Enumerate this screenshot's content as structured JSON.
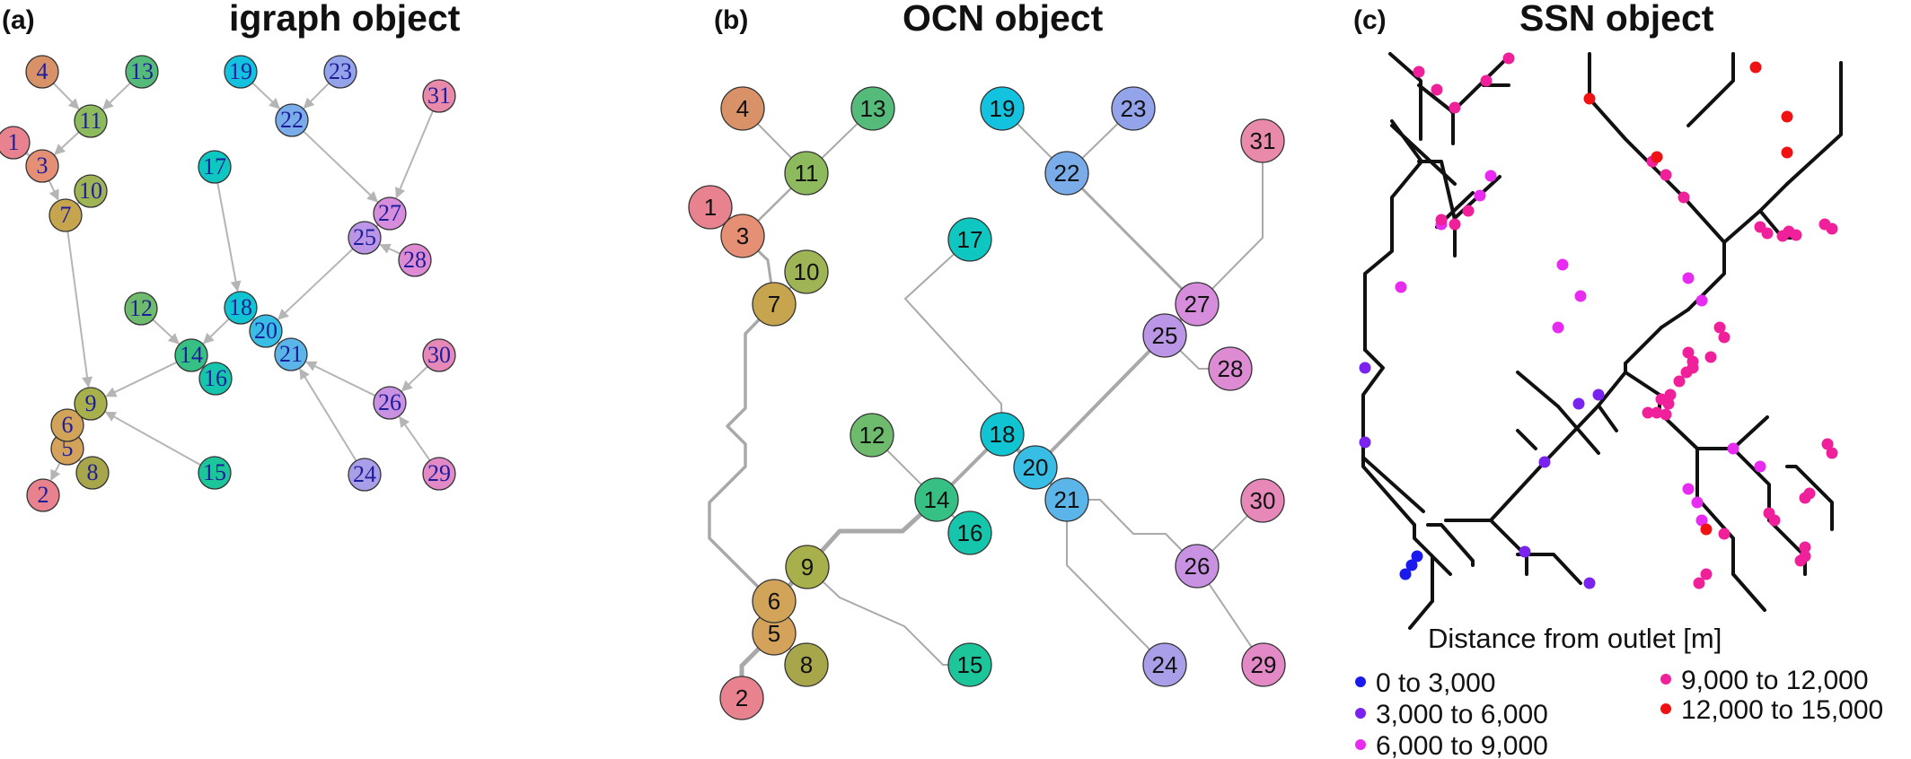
{
  "panels": {
    "a": {
      "letter": "(a)",
      "title": "igraph object"
    },
    "b": {
      "letter": "(b)",
      "title": "OCN object"
    },
    "c": {
      "letter": "(c)",
      "title": "SSN object"
    }
  },
  "nodes": [
    {
      "id": "1",
      "color": "#e8828f"
    },
    {
      "id": "2",
      "color": "#e8828f"
    },
    {
      "id": "3",
      "color": "#e59075"
    },
    {
      "id": "4",
      "color": "#d99268"
    },
    {
      "id": "5",
      "color": "#d4a25a"
    },
    {
      "id": "6",
      "color": "#d1a45a"
    },
    {
      "id": "7",
      "color": "#c7a54e"
    },
    {
      "id": "8",
      "color": "#a7a64a"
    },
    {
      "id": "9",
      "color": "#a8b04c"
    },
    {
      "id": "10",
      "color": "#9fb455"
    },
    {
      "id": "11",
      "color": "#8dba5c"
    },
    {
      "id": "12",
      "color": "#6fbb6d"
    },
    {
      "id": "13",
      "color": "#55bb7a"
    },
    {
      "id": "14",
      "color": "#36c084"
    },
    {
      "id": "15",
      "color": "#1dc59a"
    },
    {
      "id": "16",
      "color": "#15c6ad"
    },
    {
      "id": "17",
      "color": "#0ec7c0"
    },
    {
      "id": "18",
      "color": "#10c4d1"
    },
    {
      "id": "19",
      "color": "#13c2de"
    },
    {
      "id": "20",
      "color": "#38bde5"
    },
    {
      "id": "21",
      "color": "#5cb5e8"
    },
    {
      "id": "22",
      "color": "#7aace9"
    },
    {
      "id": "23",
      "color": "#94a4ea"
    },
    {
      "id": "24",
      "color": "#a99ee8"
    },
    {
      "id": "25",
      "color": "#bb96e6"
    },
    {
      "id": "26",
      "color": "#c891e2"
    },
    {
      "id": "27",
      "color": "#d68ddc"
    },
    {
      "id": "28",
      "color": "#dd8bd3"
    },
    {
      "id": "29",
      "color": "#e389c6"
    },
    {
      "id": "30",
      "color": "#e789b8"
    },
    {
      "id": "31",
      "color": "#e98aab"
    }
  ],
  "edges": [
    [
      "4",
      "11"
    ],
    [
      "13",
      "11"
    ],
    [
      "11",
      "3"
    ],
    [
      "1",
      "3"
    ],
    [
      "3",
      "7"
    ],
    [
      "10",
      "7"
    ],
    [
      "7",
      "9"
    ],
    [
      "12",
      "14"
    ],
    [
      "18",
      "14"
    ],
    [
      "17",
      "18"
    ],
    [
      "14",
      "9"
    ],
    [
      "16",
      "14"
    ],
    [
      "9",
      "6"
    ],
    [
      "6",
      "5"
    ],
    [
      "5",
      "2"
    ],
    [
      "8",
      "5"
    ],
    [
      "15",
      "9"
    ],
    [
      "19",
      "22"
    ],
    [
      "23",
      "22"
    ],
    [
      "22",
      "27"
    ],
    [
      "31",
      "27"
    ],
    [
      "27",
      "25"
    ],
    [
      "28",
      "25"
    ],
    [
      "25",
      "20"
    ],
    [
      "20",
      "18"
    ],
    [
      "21",
      "20"
    ],
    [
      "30",
      "26"
    ],
    [
      "26",
      "21"
    ],
    [
      "29",
      "26"
    ],
    [
      "24",
      "21"
    ]
  ],
  "ssn": {
    "legend": {
      "title": "Distance from outlet [m]",
      "items": [
        {
          "label": "0 to 3,000",
          "color": "#1a1aef"
        },
        {
          "label": "3,000 to 6,000",
          "color": "#7a22ee"
        },
        {
          "label": "6,000 to 9,000",
          "color": "#e82bf0"
        },
        {
          "label": "9,000 to 12,000",
          "color": "#f0209a"
        },
        {
          "label": "12,000 to 15,000",
          "color": "#f01212"
        }
      ]
    }
  }
}
